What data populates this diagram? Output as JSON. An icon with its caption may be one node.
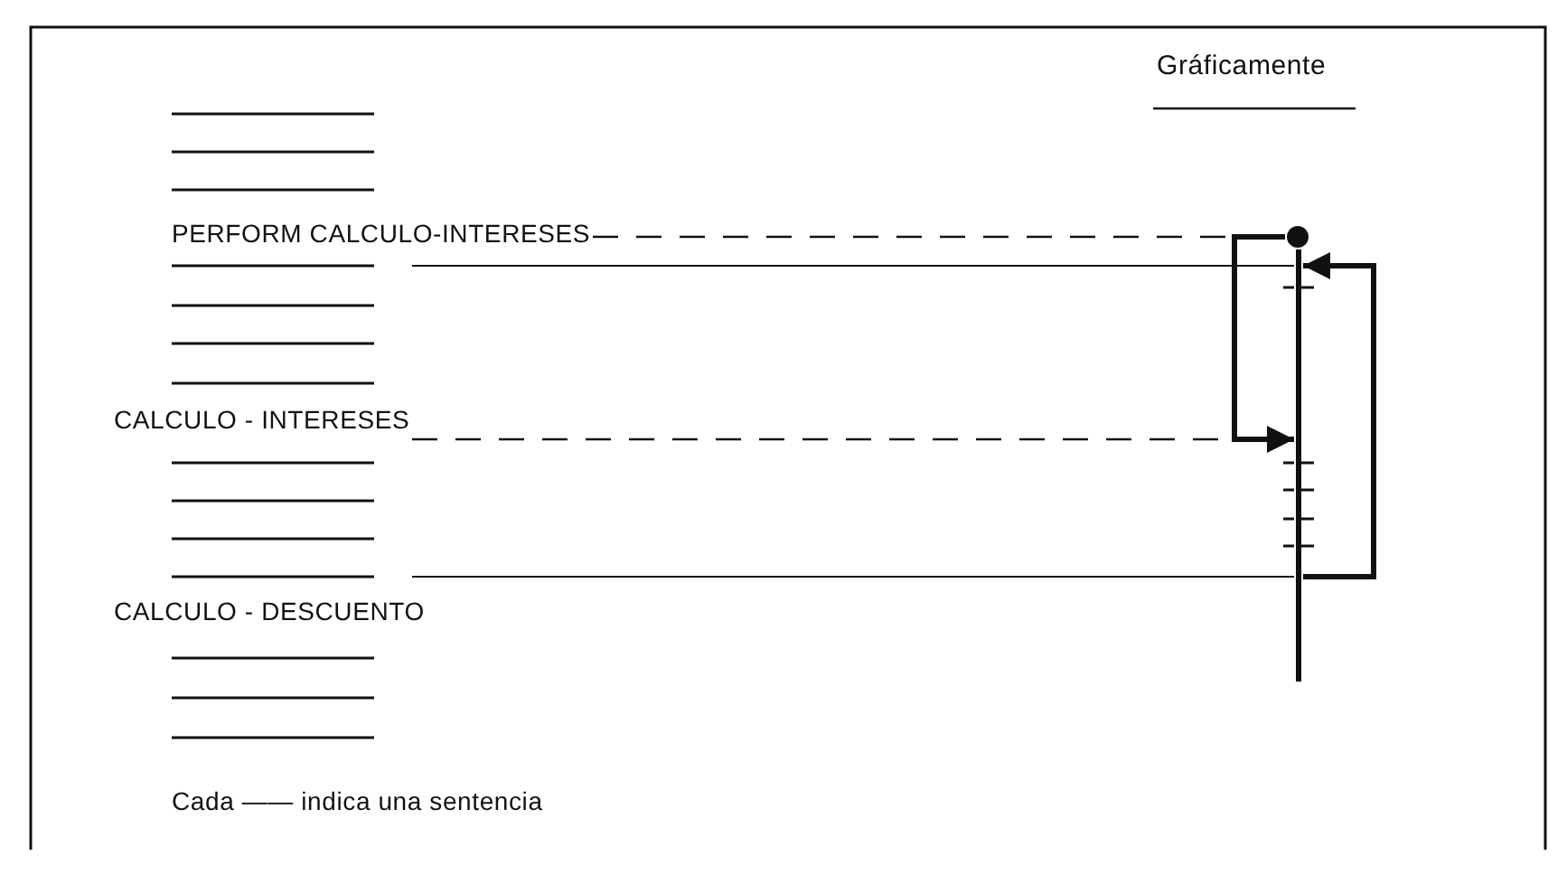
{
  "diagram": {
    "title": "Gráficamente",
    "nodes": [
      {
        "text": [
          "PERFORM CALCULO-INTERESES"
        ]
      },
      {
        "text": [
          "CALCULO - INTERESES"
        ]
      },
      {
        "text": [
          "CALCULO - DESCUENTO"
        ]
      },
      {
        "text": [],
        "shape": "circle"
      },
      {
        "text": [],
        "shape": "bar"
      }
    ],
    "edges": [
      {
        "from": 0,
        "to": 3,
        "arrow": "none",
        "style": "dashed"
      },
      {
        "from": 3,
        "to": 4,
        "arrow": "to",
        "style": "thick"
      },
      {
        "from": 1,
        "to": 4,
        "arrow": "none",
        "style": "dashed"
      },
      {
        "from": 0,
        "to": 4,
        "arrow": "none"
      },
      {
        "from": 2,
        "to": 4,
        "arrow": "none"
      },
      {
        "from": 4,
        "to": 4,
        "arrow": "to",
        "style": "thick"
      }
    ],
    "labels": [
      "Cada —— indica una sentencia"
    ]
  }
}
